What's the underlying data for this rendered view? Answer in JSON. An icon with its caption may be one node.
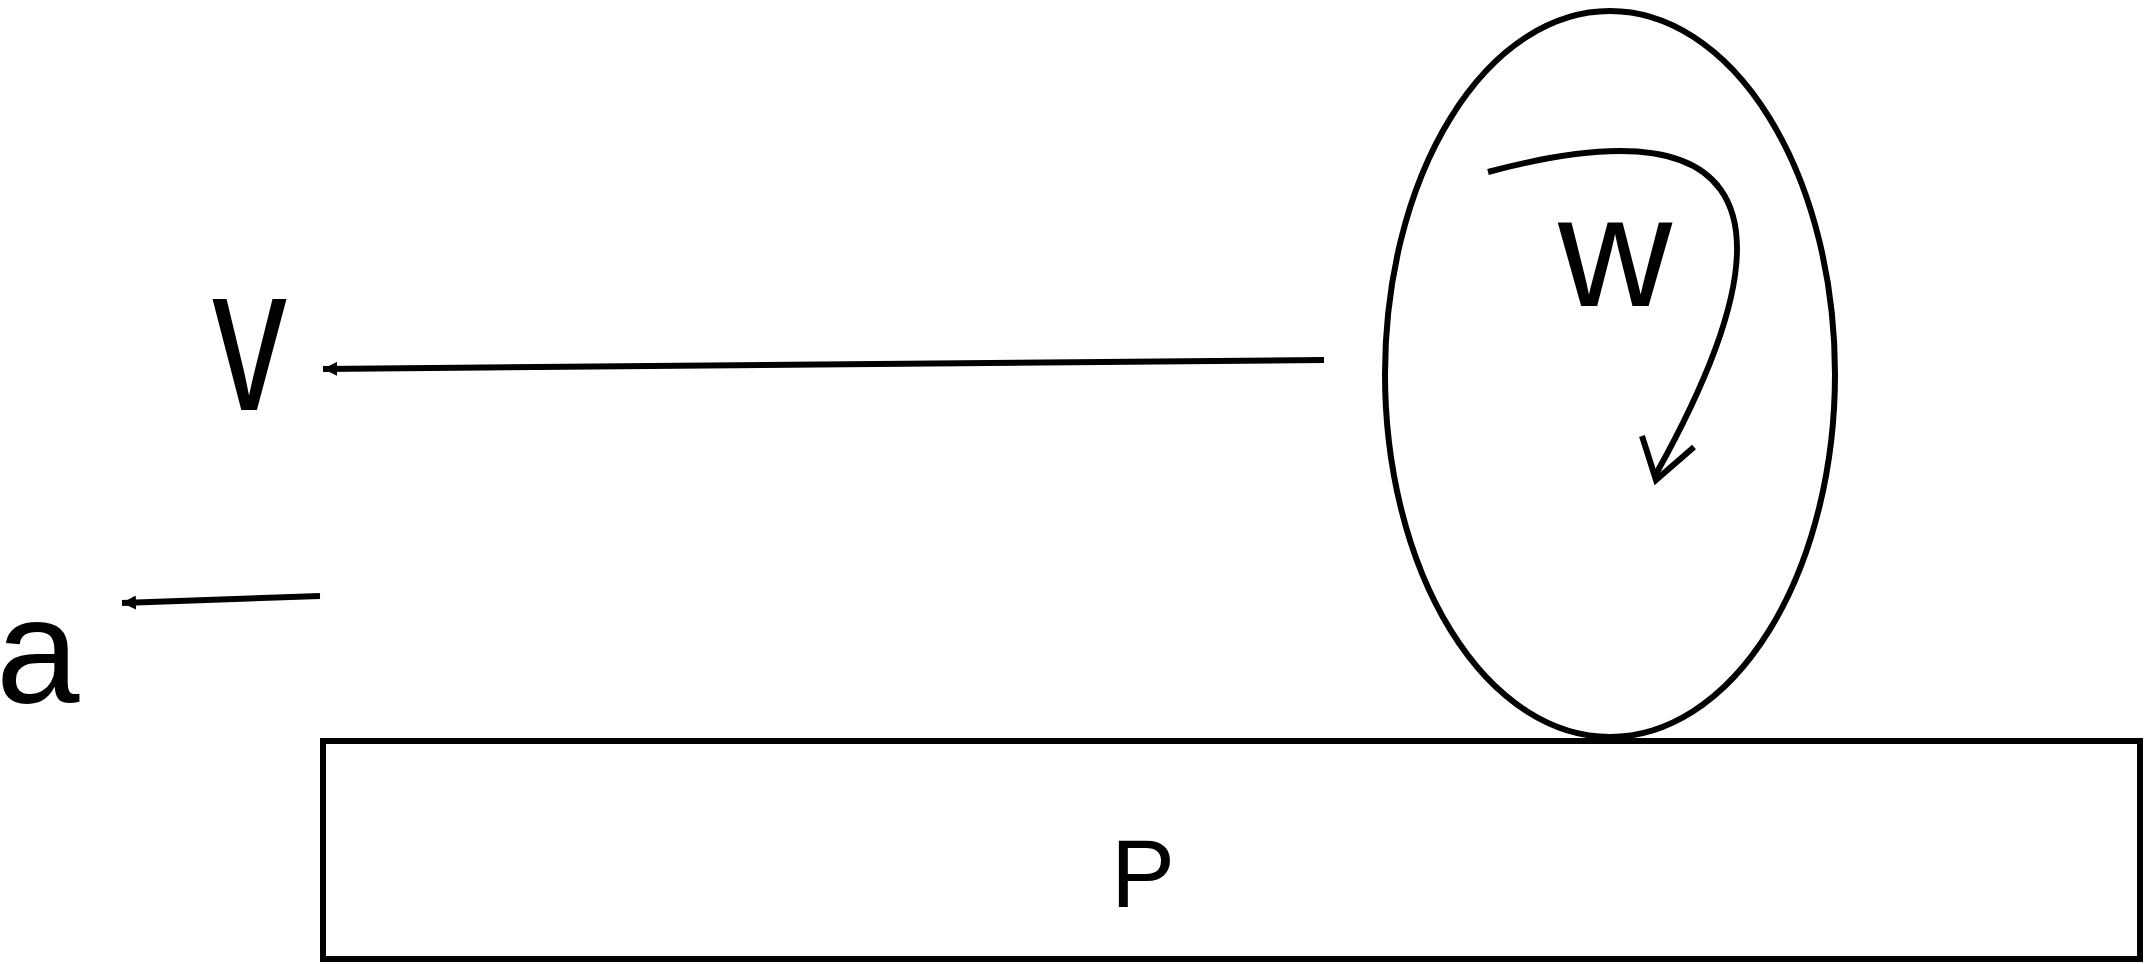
{
  "diagram": {
    "nodes": [
      {
        "text": [],
        "shape": "circle"
      },
      {
        "text": [
          "P"
        ]
      }
    ],
    "labels": [
      "v",
      "w",
      "a"
    ]
  }
}
